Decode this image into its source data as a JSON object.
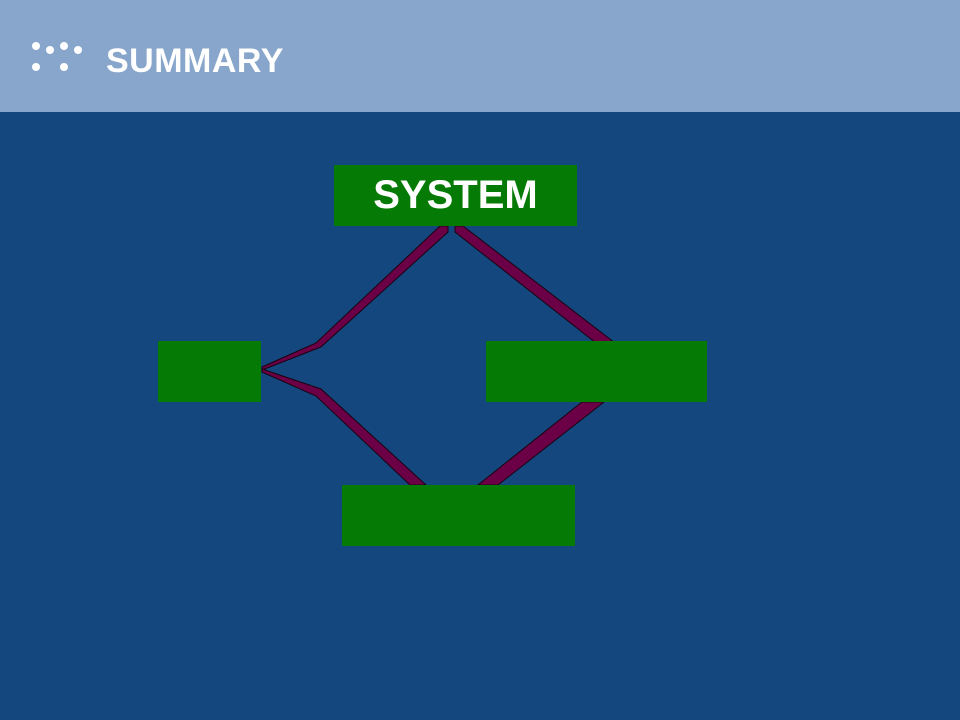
{
  "slide": {
    "title": "SUMMARY",
    "title_icon": "dots-icon"
  },
  "diagram": {
    "nodes": [
      {
        "id": "top",
        "label": "SYSTEM"
      },
      {
        "id": "left",
        "label": ""
      },
      {
        "id": "right",
        "label": ""
      },
      {
        "id": "bottom",
        "label": ""
      }
    ],
    "connector_color": "#6b0046",
    "box_color": "#057a05"
  },
  "colors": {
    "background": "#14477e",
    "title_bar": "#88a6cb",
    "title_text": "#ffffff"
  }
}
